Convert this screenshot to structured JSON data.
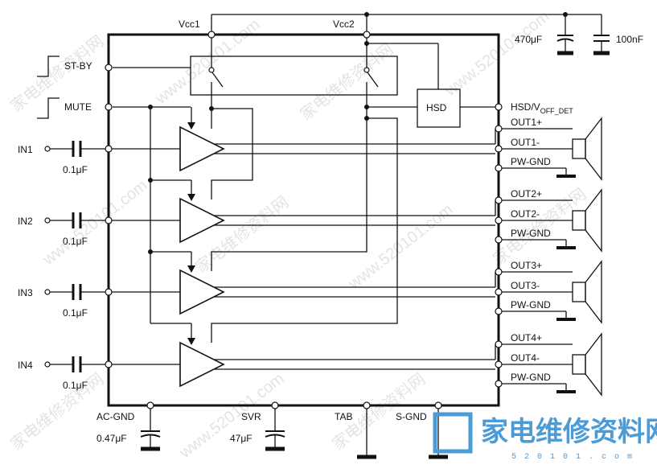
{
  "supplies": {
    "vcc1": "Vcc1",
    "vcc2": "Vcc2"
  },
  "caps_top": {
    "c1": "470μF",
    "c2": "100nF"
  },
  "left_pins": {
    "standby": "ST-BY",
    "mute": "MUTE"
  },
  "inputs": [
    {
      "label": "IN1",
      "cap": "0.1μF"
    },
    {
      "label": "IN2",
      "cap": "0.1μF"
    },
    {
      "label": "IN3",
      "cap": "0.1μF"
    },
    {
      "label": "IN4",
      "cap": "0.1μF"
    }
  ],
  "hsd": {
    "block": "HSD",
    "pin_main": "HSD/V",
    "pin_sub": "OFF_DET"
  },
  "outputs": [
    {
      "pos": "OUT1+",
      "neg": "OUT1-",
      "gnd": "PW-GND"
    },
    {
      "pos": "OUT2+",
      "neg": "OUT2-",
      "gnd": "PW-GND"
    },
    {
      "pos": "OUT3+",
      "neg": "OUT3-",
      "gnd": "PW-GND"
    },
    {
      "pos": "OUT4+",
      "neg": "OUT4-",
      "gnd": "PW-GND"
    }
  ],
  "bottom_pins": {
    "acgnd": "AC-GND",
    "acgnd_cap": "0.47μF",
    "svr": "SVR",
    "svr_cap": "47μF",
    "tab": "TAB",
    "sgnd": "S-GND"
  },
  "watermark": {
    "text": "家电维修资料网",
    "url": "www.520101.com",
    "logo_sub": "5 2 0 1 0 1 . c o m"
  }
}
